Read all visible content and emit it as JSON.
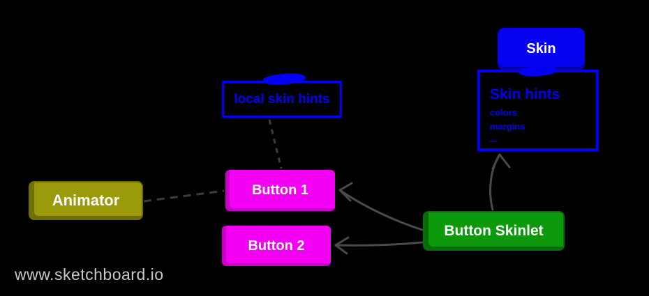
{
  "page": {
    "background": "#000000",
    "watermark_text": "www.sketchboard.io"
  },
  "nodes": {
    "skin": {
      "label": "Skin",
      "fill": "#0703F0",
      "text_color": "#FFFFFF"
    },
    "skin_hints": {
      "title": "Skin hints",
      "items": [
        "colors",
        "margins",
        "..."
      ],
      "border_color": "#0400F6",
      "text_color": "#0400F6"
    },
    "local_skin_hints": {
      "label": "local skin hints",
      "border_color": "#0400F6",
      "text_color": "#0400F6"
    },
    "animator": {
      "label": "Animator",
      "fill": "#9A9A0A",
      "text_color": "#FFFFFF"
    },
    "button_1": {
      "label": "Button 1",
      "fill": "#F400F4",
      "text_color": "#FFFFFF"
    },
    "button_2": {
      "label": "Button 2",
      "fill": "#F400F4",
      "text_color": "#FFFFFF"
    },
    "button_skinlet": {
      "label": "Button Skinlet",
      "fill": "#0C9A0C",
      "text_color": "#FFFFFF"
    }
  },
  "edges": [
    {
      "id": "local-skin-hints-to-button-1",
      "from": "local_skin_hints",
      "to": "button_1",
      "style": "dashed",
      "arrowhead": false,
      "color": "#3C3C3C"
    },
    {
      "id": "animator-to-button-1",
      "from": "animator",
      "to": "button_1",
      "style": "dashed",
      "arrowhead": false,
      "color": "#3C3C3C"
    },
    {
      "id": "button-skinlet-to-button-1",
      "from": "button_skinlet",
      "to": "button_1",
      "style": "solid",
      "arrowhead": true,
      "color": "#4A4A4A"
    },
    {
      "id": "button-skinlet-to-button-2",
      "from": "button_skinlet",
      "to": "button_2",
      "style": "solid",
      "arrowhead": true,
      "color": "#4A4A4A"
    },
    {
      "id": "button-skinlet-to-skin-hints",
      "from": "button_skinlet",
      "to": "skin_hints",
      "style": "solid",
      "arrowhead": true,
      "color": "#4A4A4A"
    }
  ],
  "colors": {
    "watermark": "#C9C9C9"
  }
}
